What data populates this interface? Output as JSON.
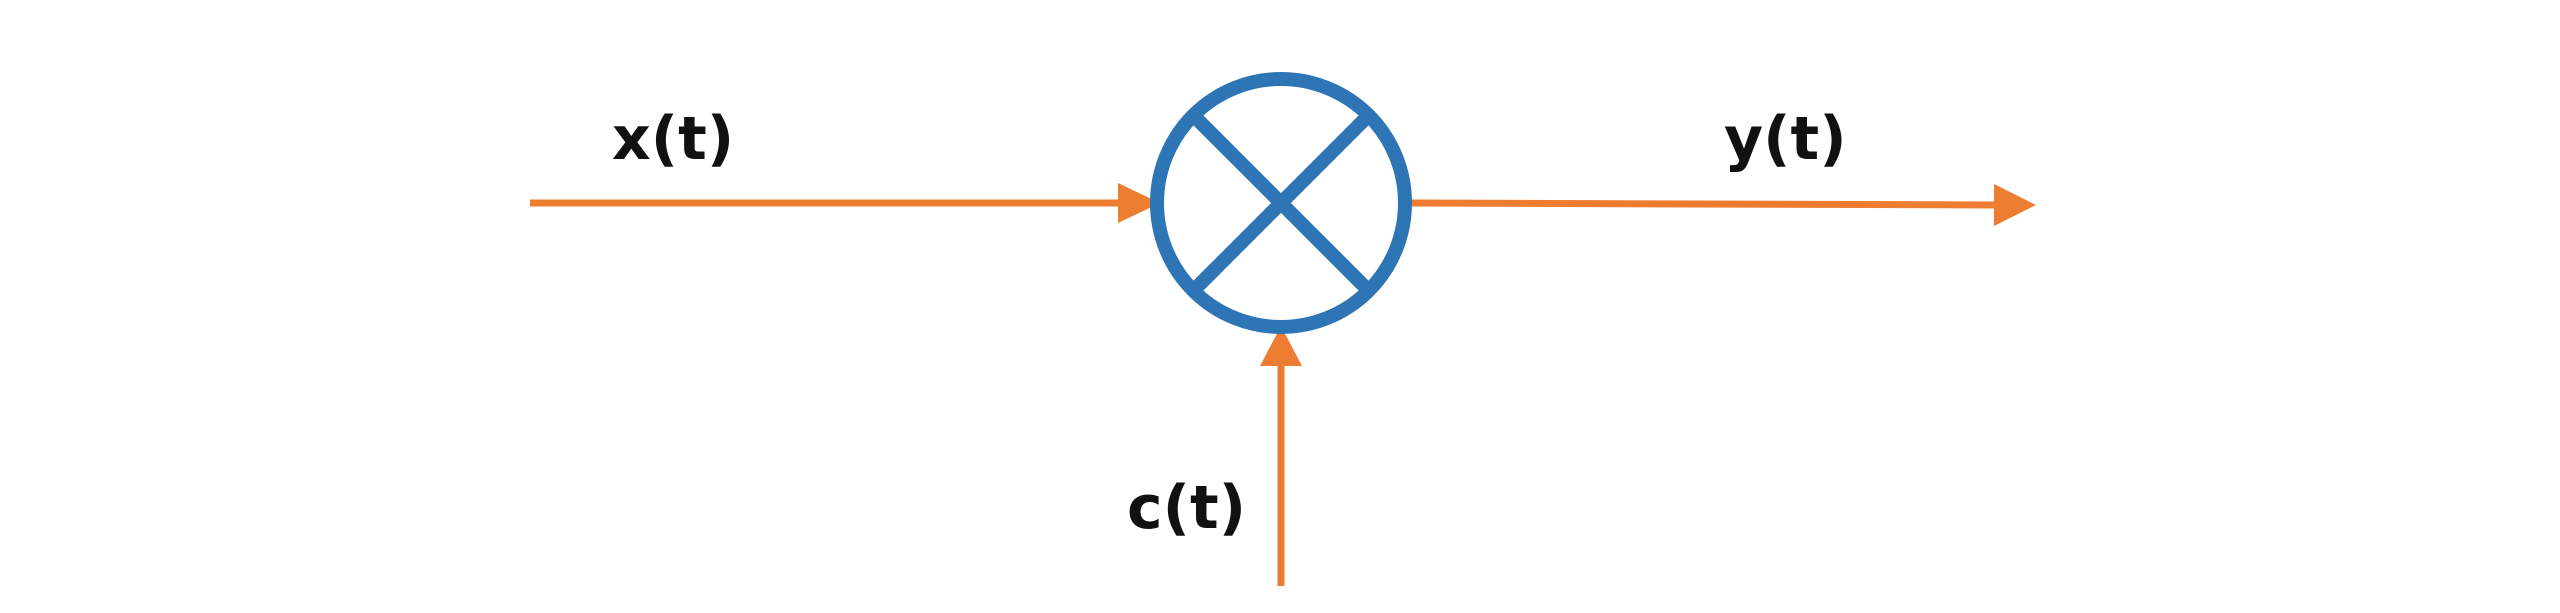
{
  "diagram": {
    "input_label": "x(t)",
    "output_label": "y(t)",
    "carrier_label": "c(t)",
    "multiplier_symbol": "multiplier-icon",
    "colors": {
      "arrow": "#ED7D31",
      "multiplier": "#2E75B6",
      "text": "#111111"
    }
  }
}
